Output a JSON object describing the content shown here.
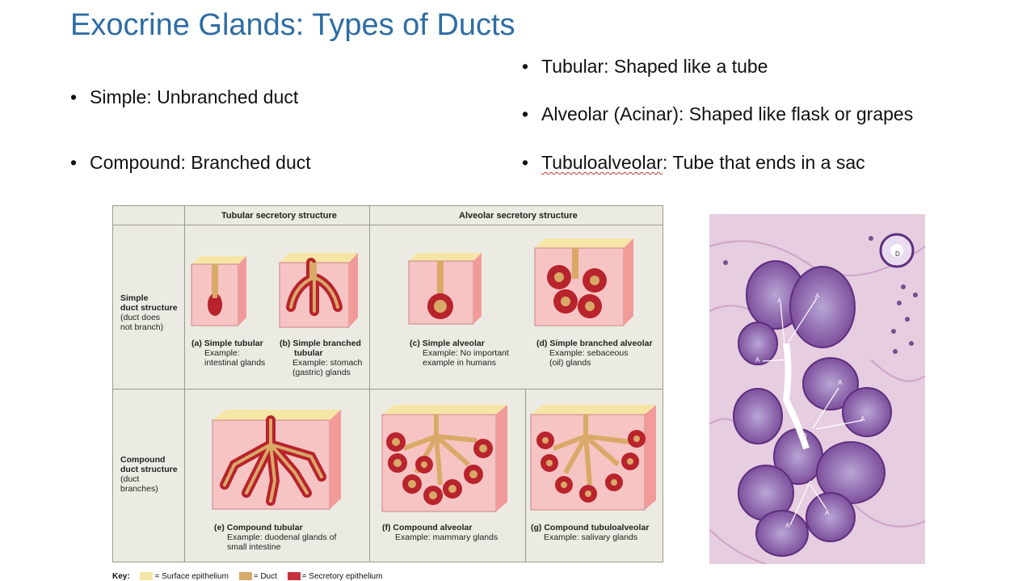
{
  "slide": {
    "title": "Exocrine Glands: Types of Ducts",
    "bullet_char": "•",
    "left_bullets": [
      "Simple: Unbranched duct",
      "Compound: Branched duct"
    ],
    "right_bullets": [
      {
        "term": "Tubular",
        "rest": ": Shaped like a tube"
      },
      {
        "term": "Alveolar (Acinar)",
        "rest": ": Shaped like flask or grapes"
      },
      {
        "term": "Tubuloalveolar",
        "rest": ": Tube that ends in a sac"
      }
    ]
  },
  "diagram": {
    "col_headers": [
      "Tubular secretory structure",
      "Alveolar secretory structure"
    ],
    "rows": [
      {
        "label": "Simple",
        "label2": "duct structure",
        "sub1": "(duct does",
        "sub2": "not branch)"
      },
      {
        "label": "Compound",
        "label2": "duct structure",
        "sub1": "(duct",
        "sub2": "branches)"
      }
    ],
    "captions": [
      {
        "title": "(a) Simple tubular",
        "lines": [
          "Example:",
          "intestinal glands"
        ]
      },
      {
        "title": "(b) Simple branched",
        "title2": "tubular",
        "lines": [
          "Example: stomach",
          "(gastric) glands"
        ]
      },
      {
        "title": "(c) Simple alveolar",
        "lines": [
          "Example: No important",
          "example in humans"
        ]
      },
      {
        "title": "(d) Simple branched alveolar",
        "lines": [
          "Example: sebaceous",
          "(oil) glands"
        ]
      },
      {
        "title": "(e) Compound tubular",
        "lines": [
          "Example: duodenal glands of",
          "small intestine"
        ]
      },
      {
        "title": "(f) Compound alveolar",
        "lines": [
          "Example: mammary glands"
        ]
      },
      {
        "title": "(g) Compound tubuloalveolar",
        "lines": [
          "Example: salivary glands"
        ]
      }
    ],
    "key": {
      "label": "Key:",
      "items": [
        {
          "label": "= Surface epithelium",
          "color": "#f6e6a6"
        },
        {
          "label": "= Duct",
          "color": "#d9a968"
        },
        {
          "label": "= Secretory epithelium",
          "color": "#c8323a"
        }
      ]
    }
  },
  "micrograph": {
    "labels": [
      "D",
      "A",
      "A",
      "A",
      "D",
      "A",
      "A",
      "D",
      "A",
      "A"
    ]
  },
  "colors": {
    "title": "#2e6da4",
    "tissue_pink": "#f7c4c4",
    "tissue_side": "#f29a9a",
    "duct": "#d9a968",
    "secretory": "#b8232c",
    "stain_purple": "#8e63a8"
  }
}
